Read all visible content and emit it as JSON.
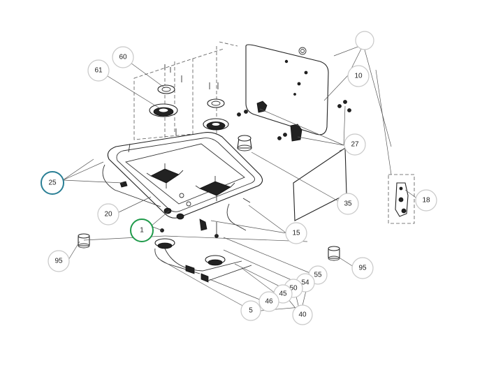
{
  "callouts": [
    {
      "id": "60",
      "label": "60",
      "highlight": "none"
    },
    {
      "id": "61",
      "label": "61",
      "highlight": "none"
    },
    {
      "id": "10",
      "label": "10",
      "highlight": "none"
    },
    {
      "id": "27",
      "label": "27",
      "highlight": "none"
    },
    {
      "id": "25",
      "label": "25",
      "highlight": "teal"
    },
    {
      "id": "20",
      "label": "20",
      "highlight": "none"
    },
    {
      "id": "35",
      "label": "35",
      "highlight": "none"
    },
    {
      "id": "18",
      "label": "18",
      "highlight": "none"
    },
    {
      "id": "15",
      "label": "15",
      "highlight": "none"
    },
    {
      "id": "1",
      "label": "1",
      "highlight": "green"
    },
    {
      "id": "95a",
      "label": "95",
      "highlight": "none"
    },
    {
      "id": "95b",
      "label": "95",
      "highlight": "none"
    },
    {
      "id": "55",
      "label": "55",
      "highlight": "none"
    },
    {
      "id": "54",
      "label": "54",
      "highlight": "none"
    },
    {
      "id": "50",
      "label": "50",
      "highlight": "none"
    },
    {
      "id": "45",
      "label": "45",
      "highlight": "none"
    },
    {
      "id": "46",
      "label": "46",
      "highlight": "none"
    },
    {
      "id": "5",
      "label": "5",
      "highlight": "none"
    },
    {
      "id": "40",
      "label": "40",
      "highlight": "none"
    }
  ],
  "colors": {
    "teal_highlight": "#2a7f95",
    "green_highlight": "#1f9a4a",
    "callout_ring": "#c8c8c8",
    "line": "#333333"
  }
}
